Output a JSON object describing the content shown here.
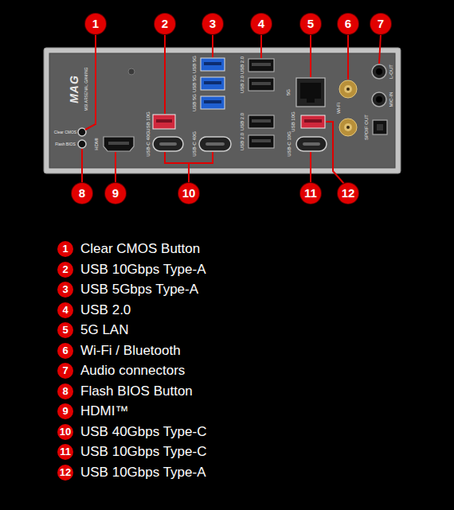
{
  "diagram": {
    "labels": [
      "1",
      "2",
      "3",
      "4",
      "5",
      "6",
      "7",
      "8",
      "9",
      "10",
      "11",
      "12",
      "MAG",
      "MSI ARSENAL GAMING",
      "Clear CMOS",
      "Flash BIOS",
      "HDMI",
      "USB 10G",
      "USB-C 40G",
      "USB-C 40G",
      "USB 5G",
      "USB 5G",
      "USB 5G",
      "USB 2.0",
      "USB 2.0",
      "USB 2.0",
      "USB 2.0",
      "5G",
      "USB 10G",
      "USB-C 10G",
      "Wi-Fi",
      "L-OUT",
      "MIC-IN",
      "SPDIF OUT",
      "1",
      "Clear CMOS Button",
      "2",
      "USB 10Gbps Type-A",
      "3",
      "USB 5Gbps Type-A",
      "4",
      "USB 2.0",
      "5",
      "5G LAN",
      "6",
      "Wi-Fi / Bluetooth",
      "7",
      "Audio connectors",
      "8",
      "Flash BIOS Button",
      "9",
      "HDMI™",
      "10",
      "USB 40Gbps Type-C",
      "11",
      "USB 10Gbps Type-C",
      "12",
      "USB 10Gbps Type-A"
    ]
  }
}
